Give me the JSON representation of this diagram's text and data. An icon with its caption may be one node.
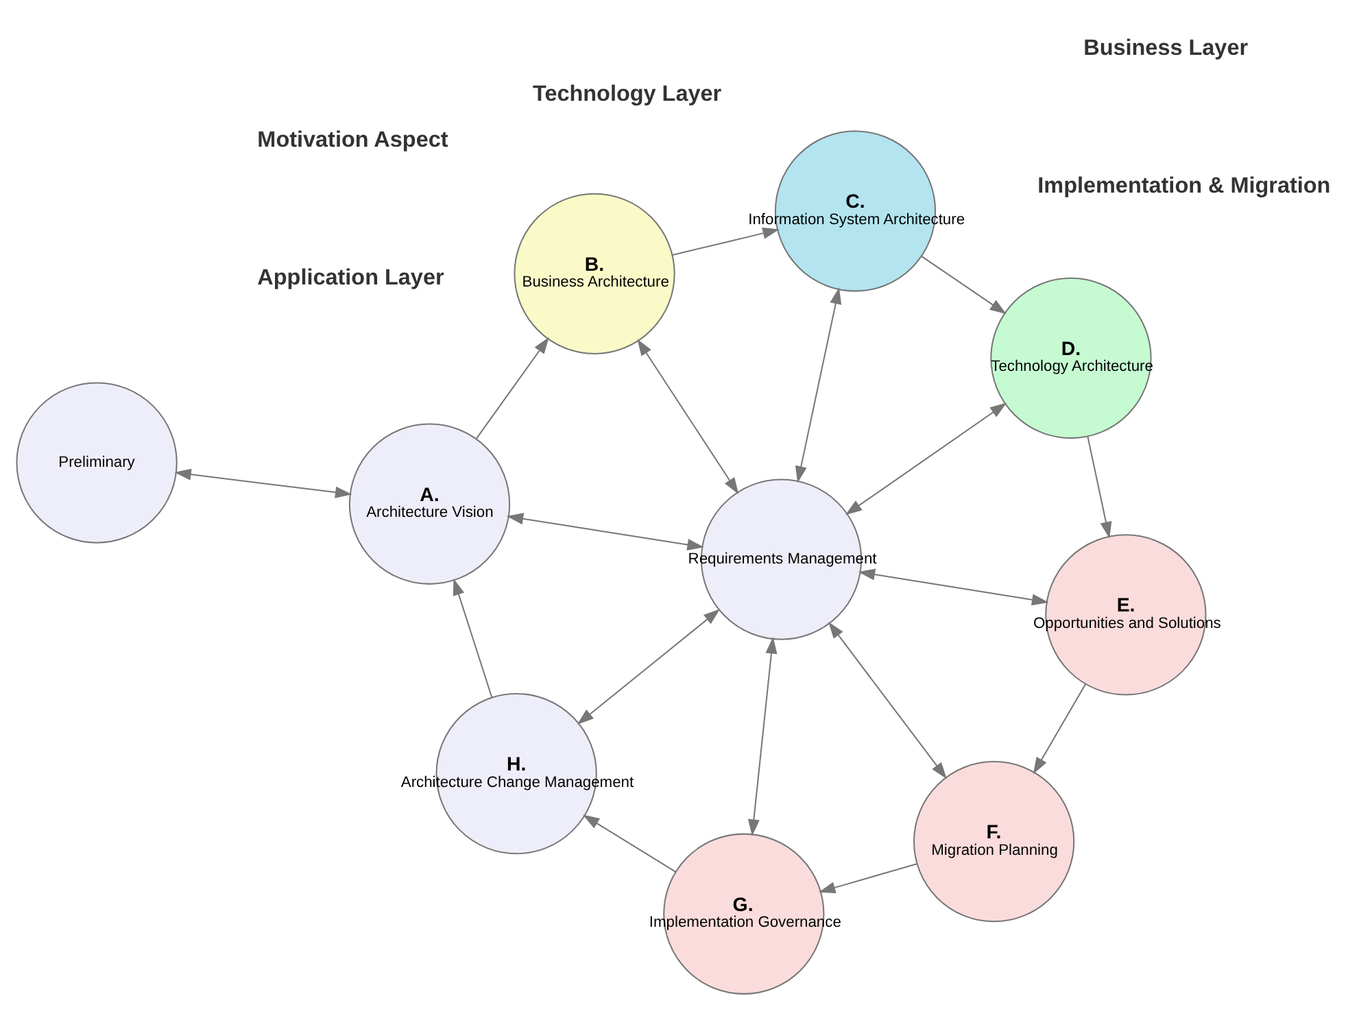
{
  "diagram": {
    "nodes": [
      {
        "text": [
          "Preliminary"
        ]
      },
      {
        "text": [
          "A.",
          "Architecture Vision"
        ]
      },
      {
        "text": [
          "B.",
          "Business Architecture"
        ]
      },
      {
        "text": [
          "C.",
          "Information System Architecture"
        ]
      },
      {
        "text": [
          "D.",
          "Technology Architecture"
        ]
      },
      {
        "text": [
          "E.",
          "Opportunities and Solutions"
        ]
      },
      {
        "text": [
          "F.",
          "Migration Planning"
        ]
      },
      {
        "text": [
          "G.",
          "Implementation Governance"
        ]
      },
      {
        "text": [
          "H.",
          "Architecture Change Management"
        ]
      },
      {
        "text": [
          "Requirements Management"
        ]
      }
    ],
    "edges": [
      {
        "from": 0,
        "to": 1,
        "arrow": "both"
      },
      {
        "from": 1,
        "to": 2,
        "arrow": "to"
      },
      {
        "from": 2,
        "to": 3,
        "arrow": "to"
      },
      {
        "from": 3,
        "to": 4,
        "arrow": "to"
      },
      {
        "from": 4,
        "to": 5,
        "arrow": "to"
      },
      {
        "from": 5,
        "to": 6,
        "arrow": "to"
      },
      {
        "from": 6,
        "to": 7,
        "arrow": "to"
      },
      {
        "from": 7,
        "to": 8,
        "arrow": "to"
      },
      {
        "from": 8,
        "to": 1,
        "arrow": "to"
      },
      {
        "from": 9,
        "to": 1,
        "arrow": "both"
      },
      {
        "from": 9,
        "to": 2,
        "arrow": "both"
      },
      {
        "from": 9,
        "to": 3,
        "arrow": "both"
      },
      {
        "from": 9,
        "to": 4,
        "arrow": "both"
      },
      {
        "from": 9,
        "to": 5,
        "arrow": "both"
      },
      {
        "from": 9,
        "to": 6,
        "arrow": "both"
      },
      {
        "from": 9,
        "to": 7,
        "arrow": "both"
      },
      {
        "from": 9,
        "to": 8,
        "arrow": "both"
      }
    ],
    "labels": [
      "Motivation Aspect",
      "Business Layer",
      "Application Layer",
      "Implementation & Migration",
      "Technology Layer"
    ]
  }
}
